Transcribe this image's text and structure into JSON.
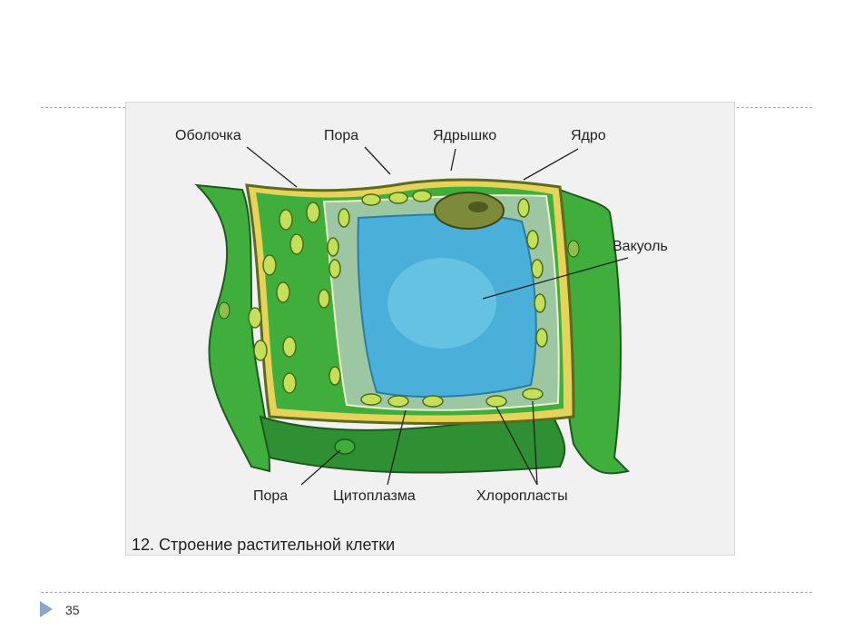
{
  "figure": {
    "labels": {
      "obolochka": "Оболочка",
      "pora_top": "Пора",
      "yadryshko": "Ядрышко",
      "yadro": "Ядро",
      "vakuol": "Вакуоль",
      "pora_bottom": "Пора",
      "citoplazma": "Цитоплазма",
      "hloroplasty": "Хлоропласты"
    },
    "caption": "12. Строение растительной клетки"
  },
  "footer": {
    "page_number": "35"
  },
  "colors": {
    "wall": "#e6d35a",
    "cell_green": "#3fae3c",
    "cytoplasm": "#9cc7a2",
    "vacuole": "#4ab0d9",
    "chloroplast": "#c4e05a",
    "nucleus": "#7c8a3a"
  }
}
